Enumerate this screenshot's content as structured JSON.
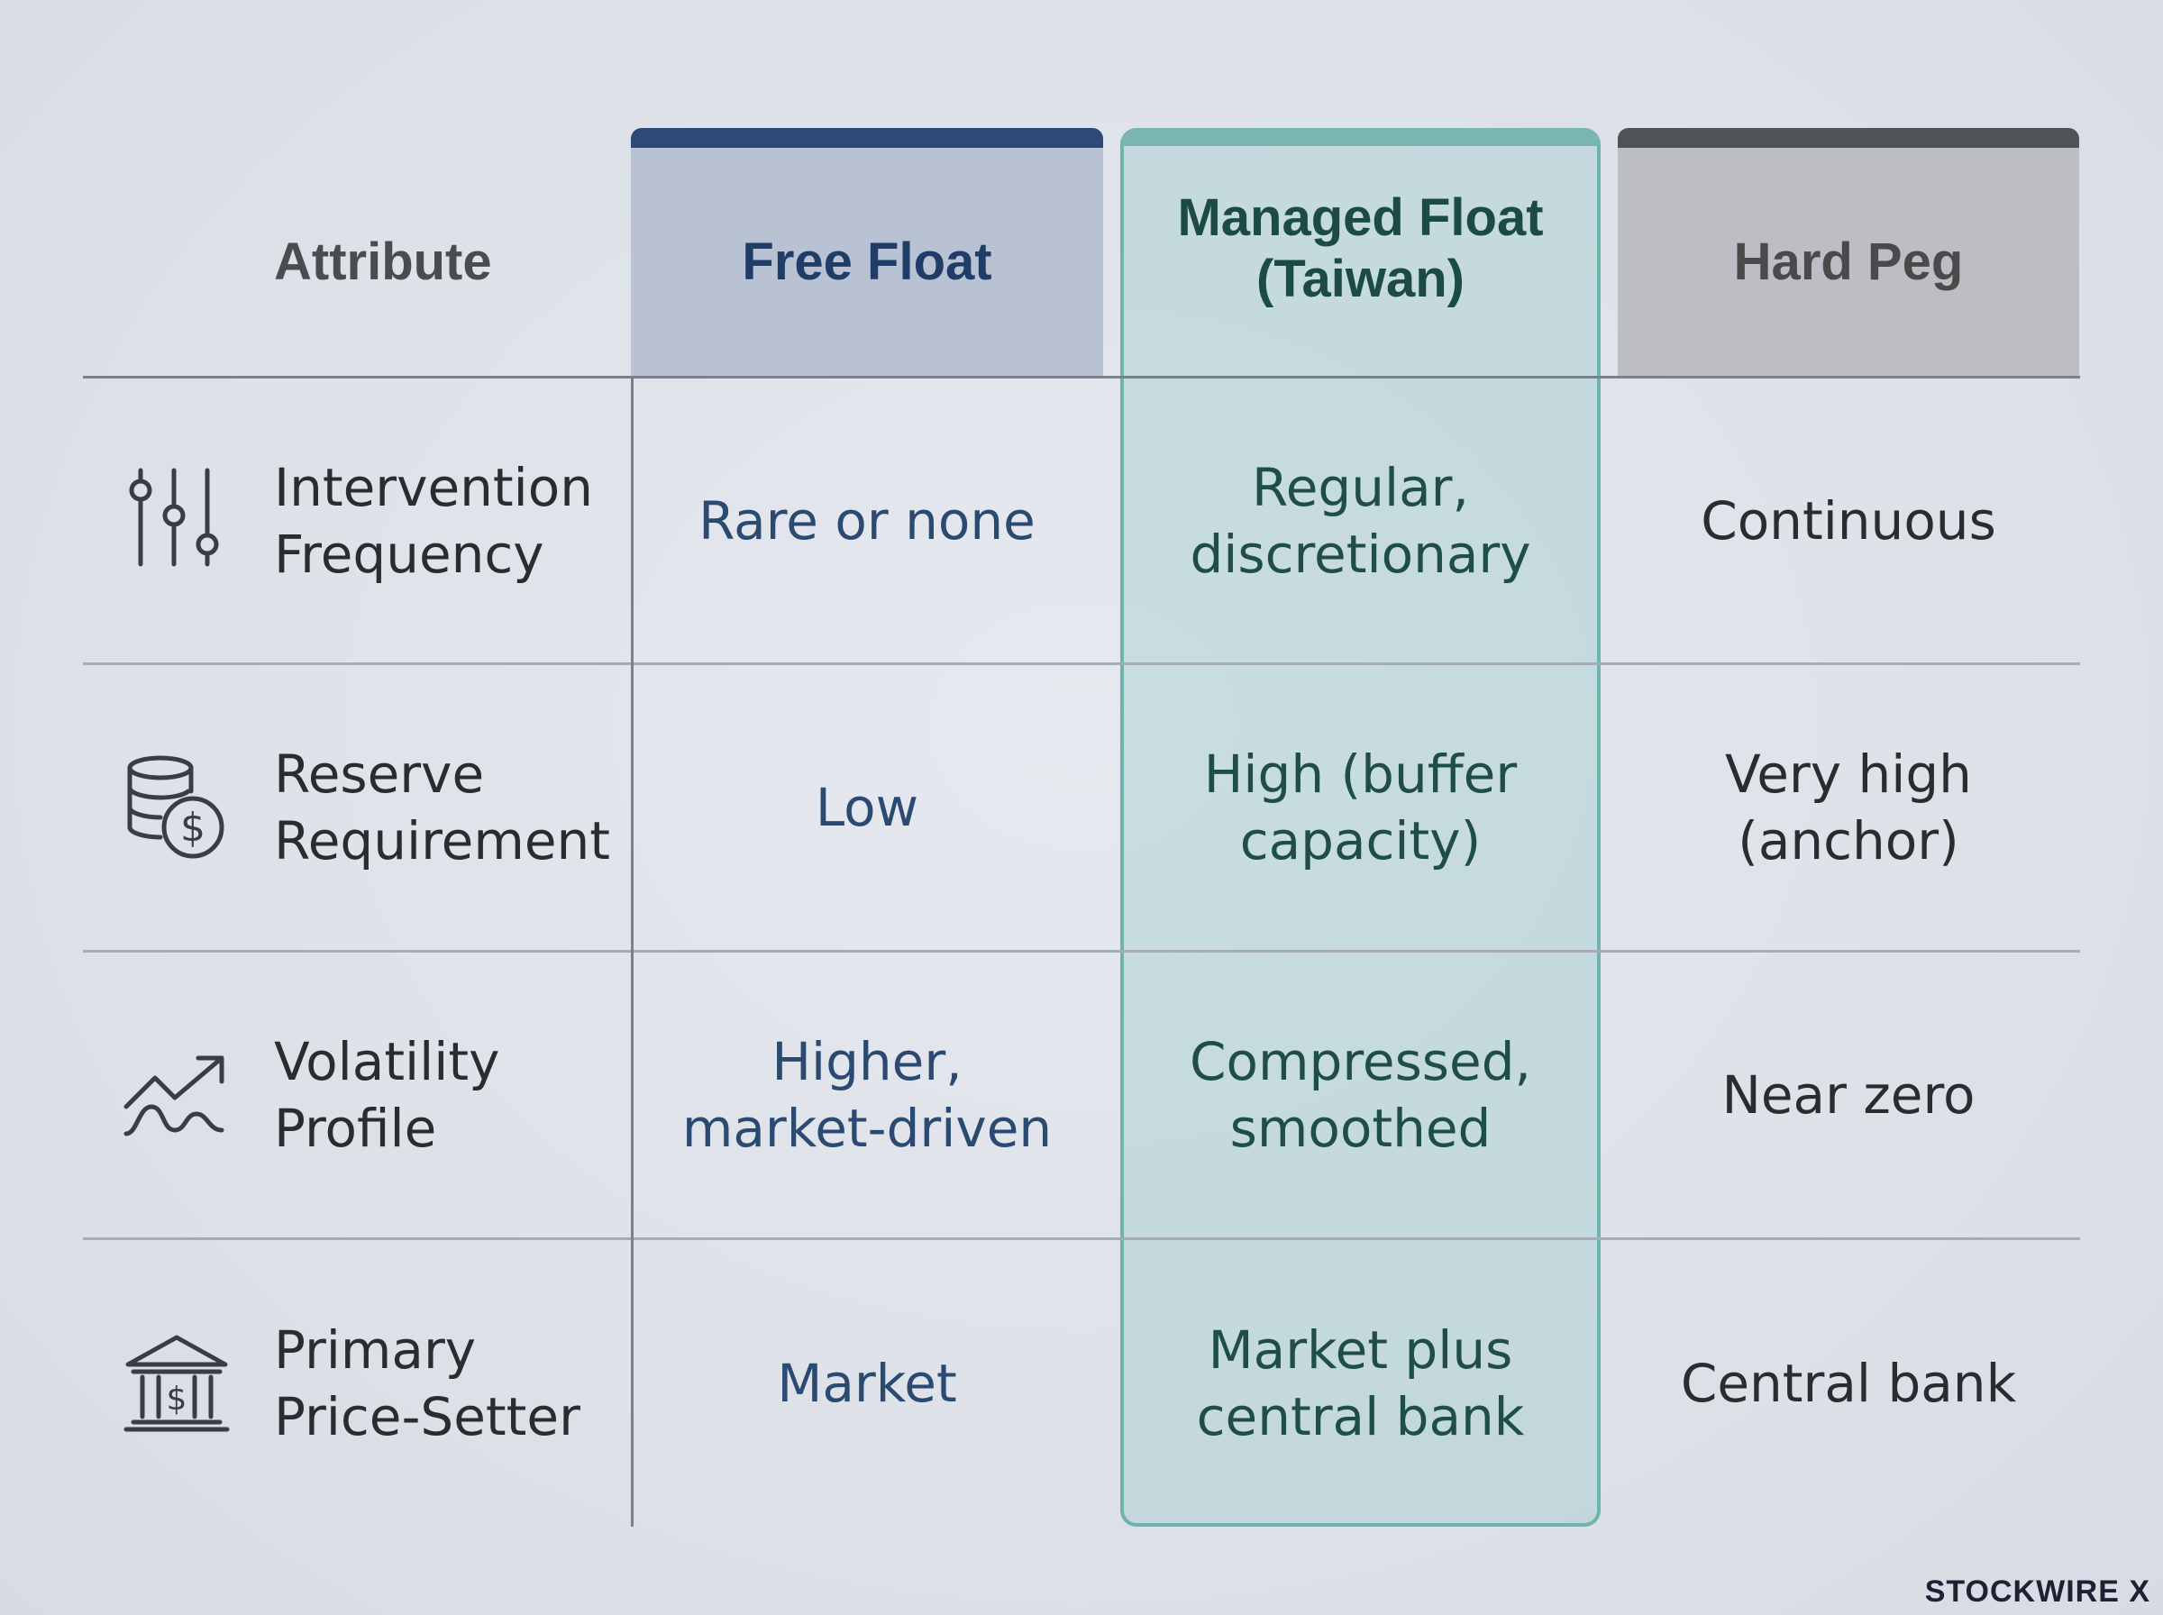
{
  "headers": {
    "attribute": "Attribute",
    "free_float": "Free Float",
    "managed_float": "Managed Float\n(Taiwan)",
    "hard_peg": "Hard Peg"
  },
  "rows": [
    {
      "icon": "sliders-icon",
      "label": "Intervention\nFrequency",
      "free_float": "Rare or none",
      "managed_float": "Regular,\ndiscretionary",
      "hard_peg": "Continuous"
    },
    {
      "icon": "coin-stack-dollar-icon",
      "label": "Reserve\nRequirement",
      "free_float": "Low",
      "managed_float": "High (buffer\ncapacity)",
      "hard_peg": "Very high\n(anchor)"
    },
    {
      "icon": "trend-volatility-icon",
      "label": "Volatility\nProfile",
      "free_float": "Higher,\nmarket-driven",
      "managed_float": "Compressed,\nsmoothed",
      "hard_peg": "Near zero"
    },
    {
      "icon": "bank-building-dollar-icon",
      "label": "Primary\nPrice-Setter",
      "free_float": "Market",
      "managed_float": "Market plus\ncentral bank",
      "hard_peg": "Central bank"
    }
  ],
  "brand": "STOCKWIRE X",
  "colors": {
    "free_float_accent": "#2c4a75",
    "managed_float_accent": "#6fb3ad",
    "hard_peg_accent": "#4f5256"
  }
}
